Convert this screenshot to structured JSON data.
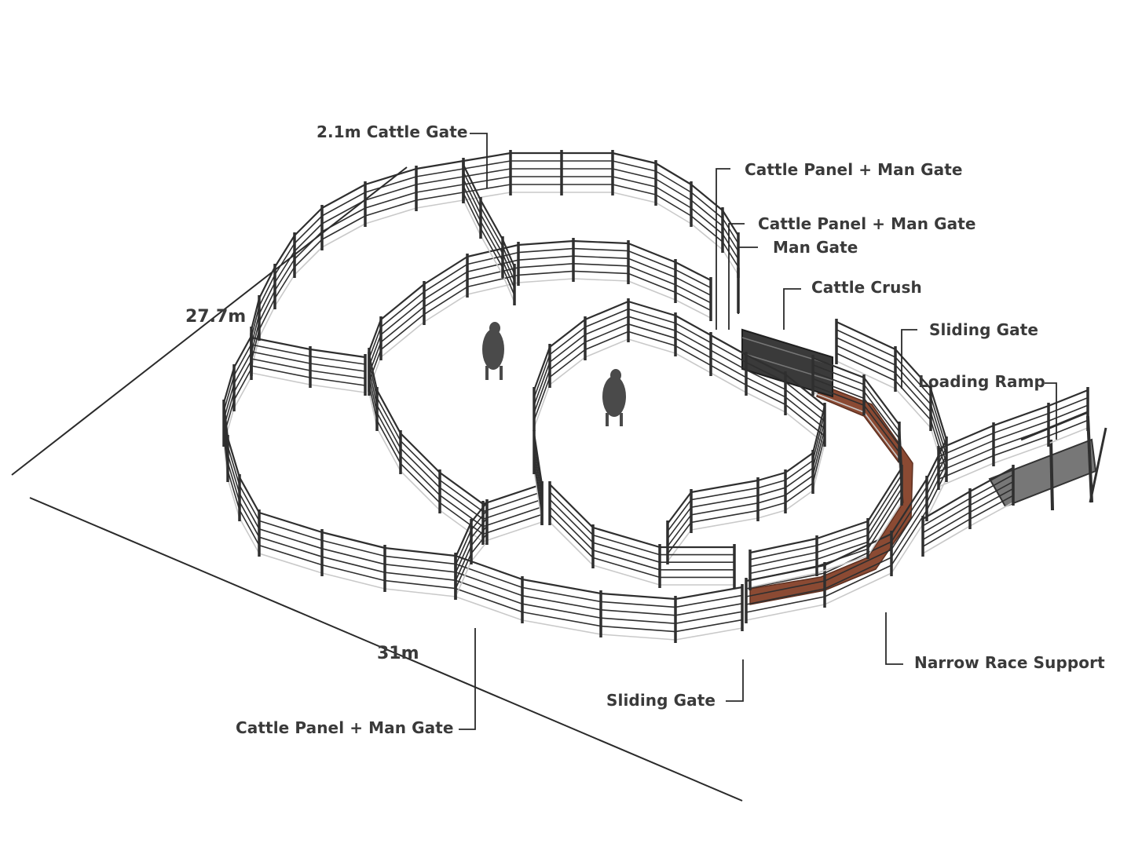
{
  "diagram": {
    "dimensions": {
      "depth": "27.7m",
      "width": "31m"
    },
    "labels": {
      "cattle_gate_2_1m": "2.1m Cattle Gate",
      "cattle_panel_man_gate_top": "Cattle Panel + Man Gate",
      "cattle_panel_man_gate_mid": "Cattle Panel + Man Gate",
      "man_gate": "Man Gate",
      "cattle_crush": "Cattle Crush",
      "sliding_gate_right": "Sliding Gate",
      "loading_ramp": "Loading Ramp",
      "narrow_race_support": "Narrow Race Support",
      "sliding_gate_bottom": "Sliding Gate",
      "cattle_panel_man_gate_bottom": "Cattle Panel + Man Gate"
    },
    "colors": {
      "fence": "#2f2f2f",
      "fence_light": "#c9c9c9",
      "race_floor": "#8b4a33",
      "text": "#3a3a3a",
      "cattle": "#4a4a4a"
    }
  }
}
